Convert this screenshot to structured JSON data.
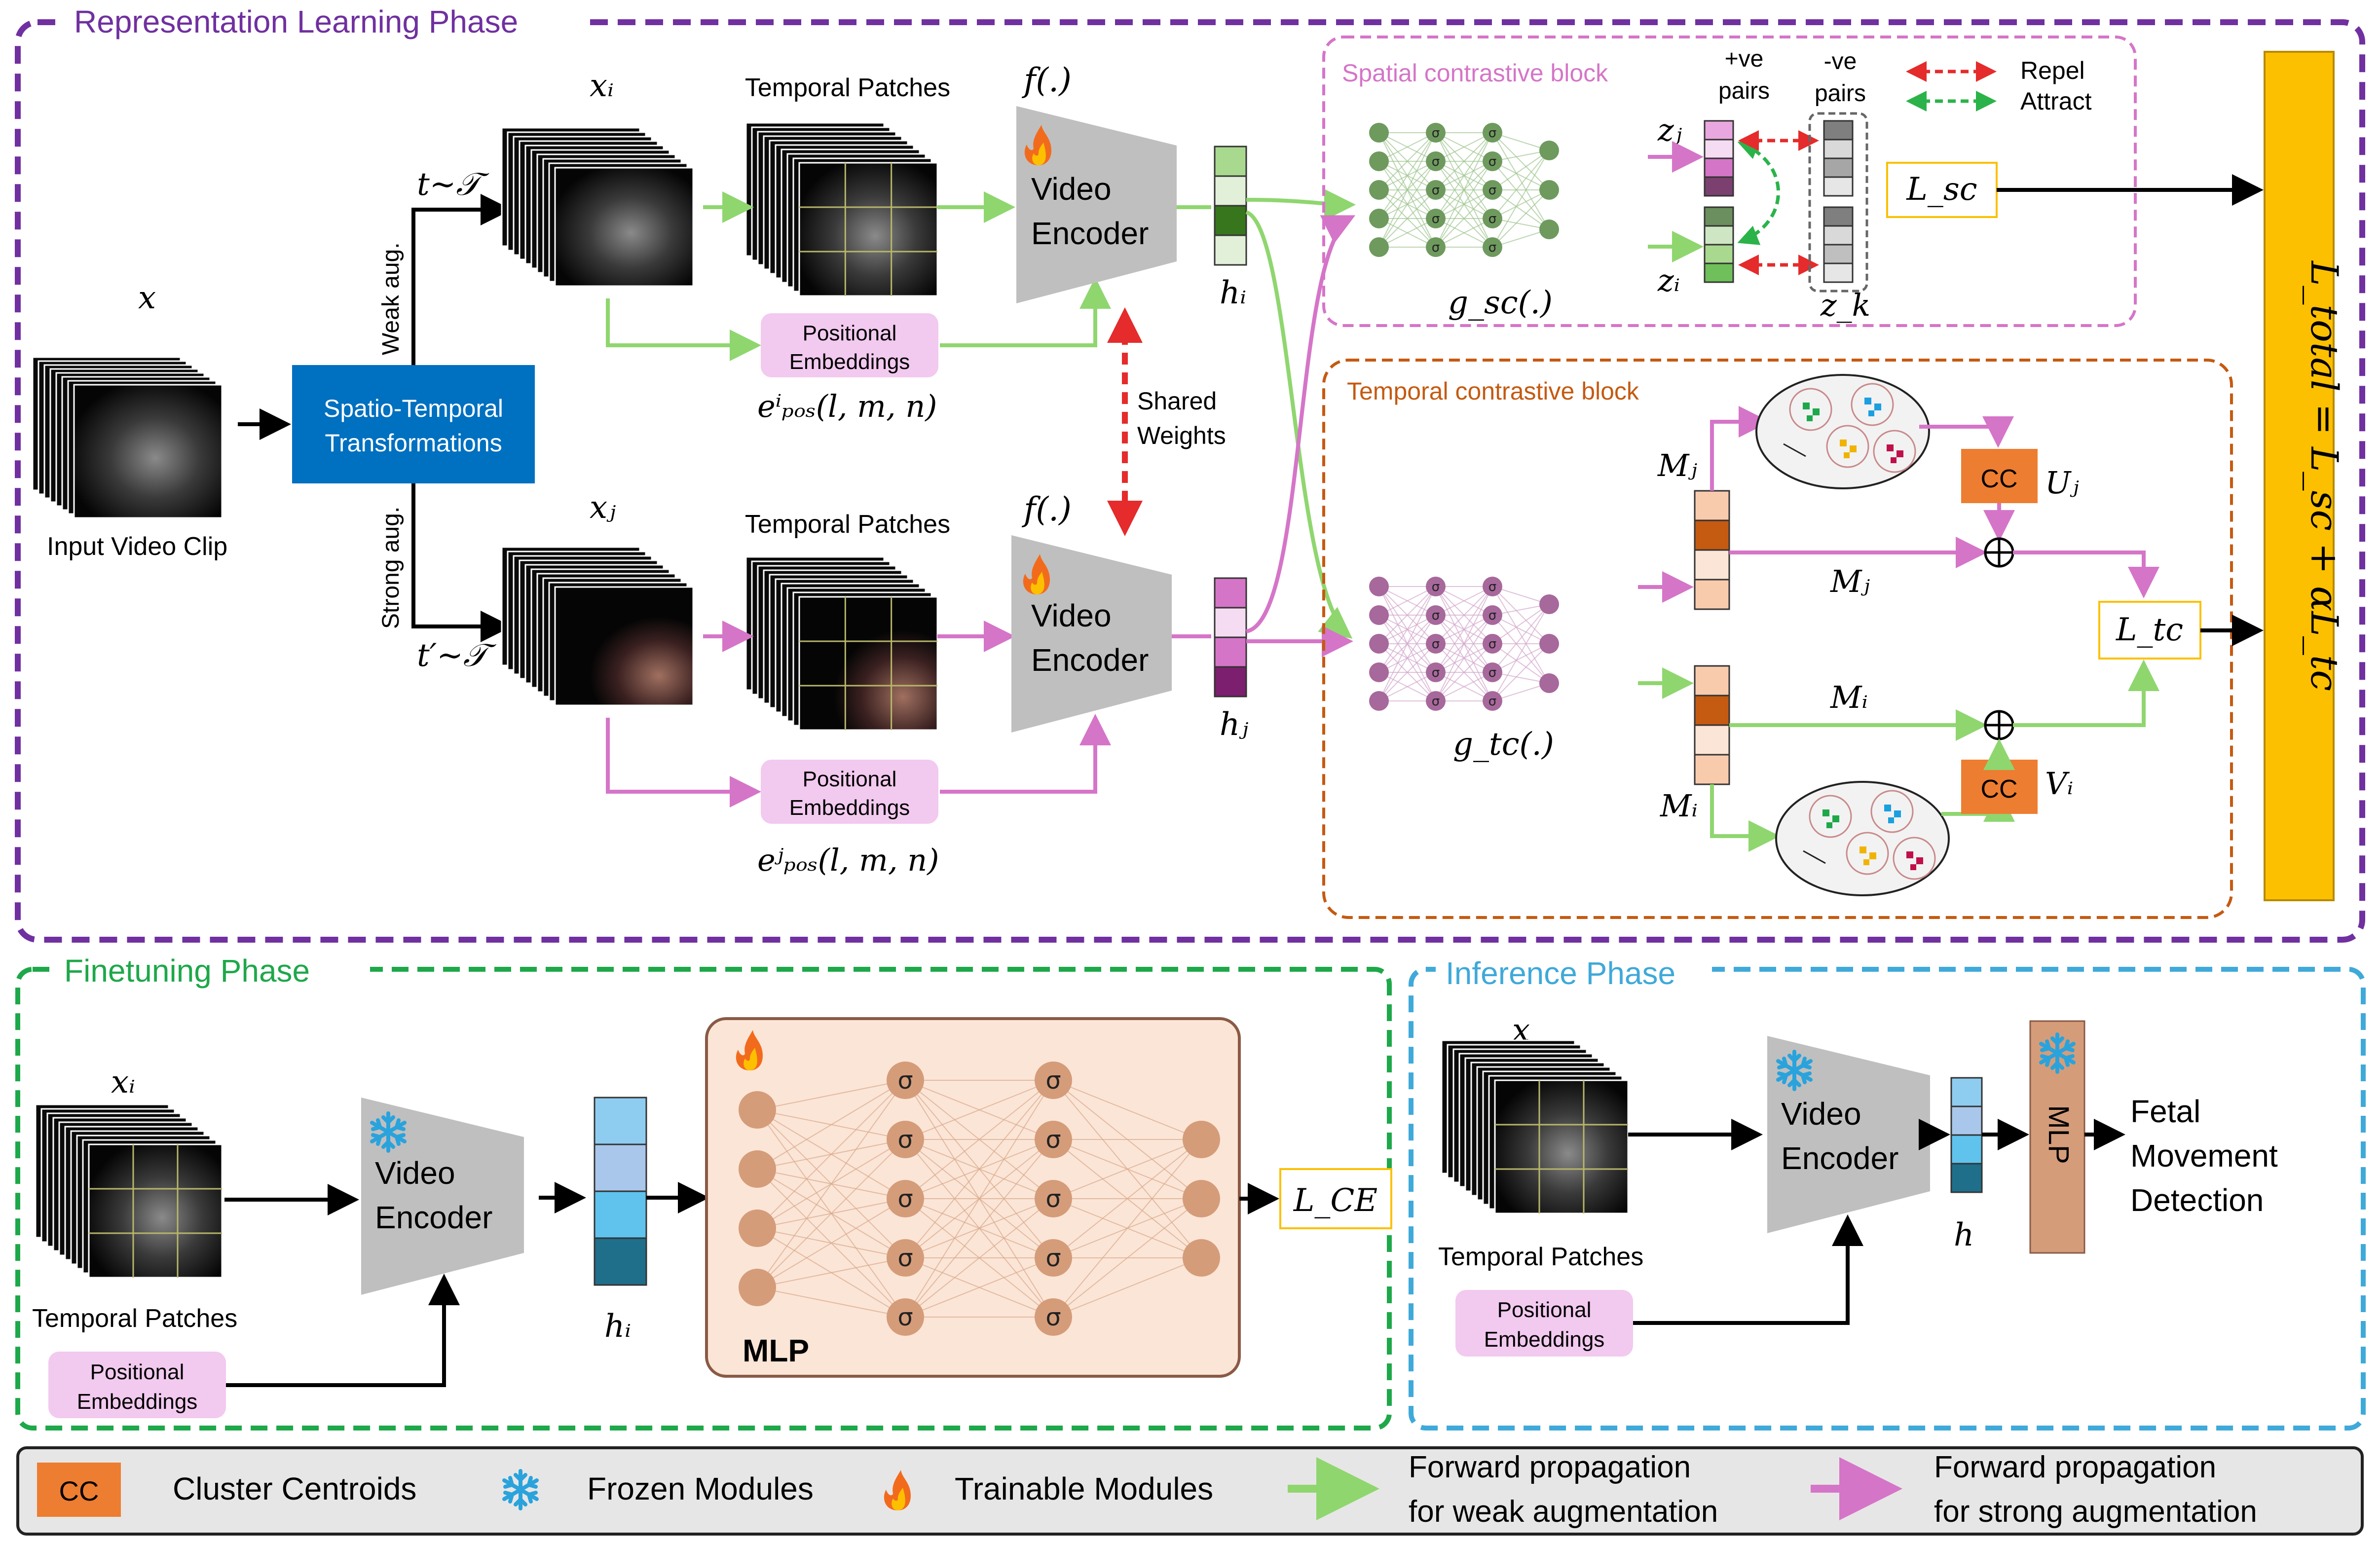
{
  "colors": {
    "purple": "#7030a0",
    "green": "#1ea84a",
    "blue": "#3fa9d9",
    "weak": "#8fd66f",
    "strong": "#d575c8",
    "repel": "#e52b2b",
    "attract": "#2bb34a",
    "gold": "#fcc000",
    "cc": "#ed7d31",
    "stt": "#0070c0",
    "posemb": "#f2c9ef",
    "encoder": "#bfbfbf"
  },
  "phases": {
    "representation": "Representation Learning Phase",
    "finetuning": "Finetuning Phase",
    "inference": "Inference Phase"
  },
  "input": {
    "x": "x",
    "caption": "Input Video Clip"
  },
  "stt": {
    "line1": "Spatio-Temporal",
    "line2": "Transformations"
  },
  "aug": {
    "weak": "Weak aug.",
    "strong": "Strong aug.",
    "t1": "t∼𝒯",
    "t2": "t′∼𝒯"
  },
  "views": {
    "xi": "xᵢ",
    "xj": "xⱼ"
  },
  "temporal_patches": "Temporal Patches",
  "encoder": {
    "f": "f(.)",
    "line1": "Video",
    "line2": "Encoder"
  },
  "posemb": {
    "line1": "Positional",
    "line2": "Embeddings",
    "ei": "eⁱₚₒₛ(l, m, n)",
    "ej": "eʲₚₒₛ(l, m, n)"
  },
  "shared": {
    "line1": "Shared",
    "line2": "Weights"
  },
  "reps": {
    "hi": "hᵢ",
    "hj": "hⱼ"
  },
  "spatial": {
    "title": "Spatial contrastive block",
    "g": "g_sc(.)",
    "pos_line1": "+ve",
    "pos_line2": "pairs",
    "neg_line1": "-ve",
    "neg_line2": "pairs",
    "zj": "zⱼ",
    "zi": "zᵢ",
    "zk": "z_k",
    "repel": "Repel",
    "attract": "Attract",
    "loss": "L_sc"
  },
  "temporal": {
    "title": "Temporal contrastive block",
    "g": "g_tc(.)",
    "Mj": "Mⱼ",
    "Mi": "Mᵢ",
    "cc": "CC",
    "Uj": "Uⱼ",
    "Vi": "Vᵢ",
    "loss": "L_tc"
  },
  "total_loss": "L_total = L_sc + αL_tc",
  "finetune": {
    "xi": "xᵢ",
    "patches": "Temporal Patches",
    "pos_line1": "Positional",
    "pos_line2": "Embeddings",
    "hi": "hᵢ",
    "mlp": "MLP",
    "loss": "L_CE"
  },
  "inference": {
    "x": "x",
    "patches": "Temporal Patches",
    "pos_line1": "Positional",
    "pos_line2": "Embeddings",
    "h": "h",
    "mlp": "MLP",
    "out_line1": "Fetal",
    "out_line2": "Movement",
    "out_line3": "Detection"
  },
  "legend": {
    "cc_box": "CC",
    "cc_label": "Cluster Centroids",
    "frozen": "Frozen Modules",
    "trainable": "Trainable Modules",
    "weak_line1": "Forward propagation",
    "weak_line2": "for weak augmentation",
    "strong_line1": "Forward propagation",
    "strong_line2": "for strong augmentation"
  },
  "icons": {
    "snowflake": "snowflake-icon",
    "flame": "flame-icon",
    "sigma": "σ",
    "oplus": "⊕"
  }
}
